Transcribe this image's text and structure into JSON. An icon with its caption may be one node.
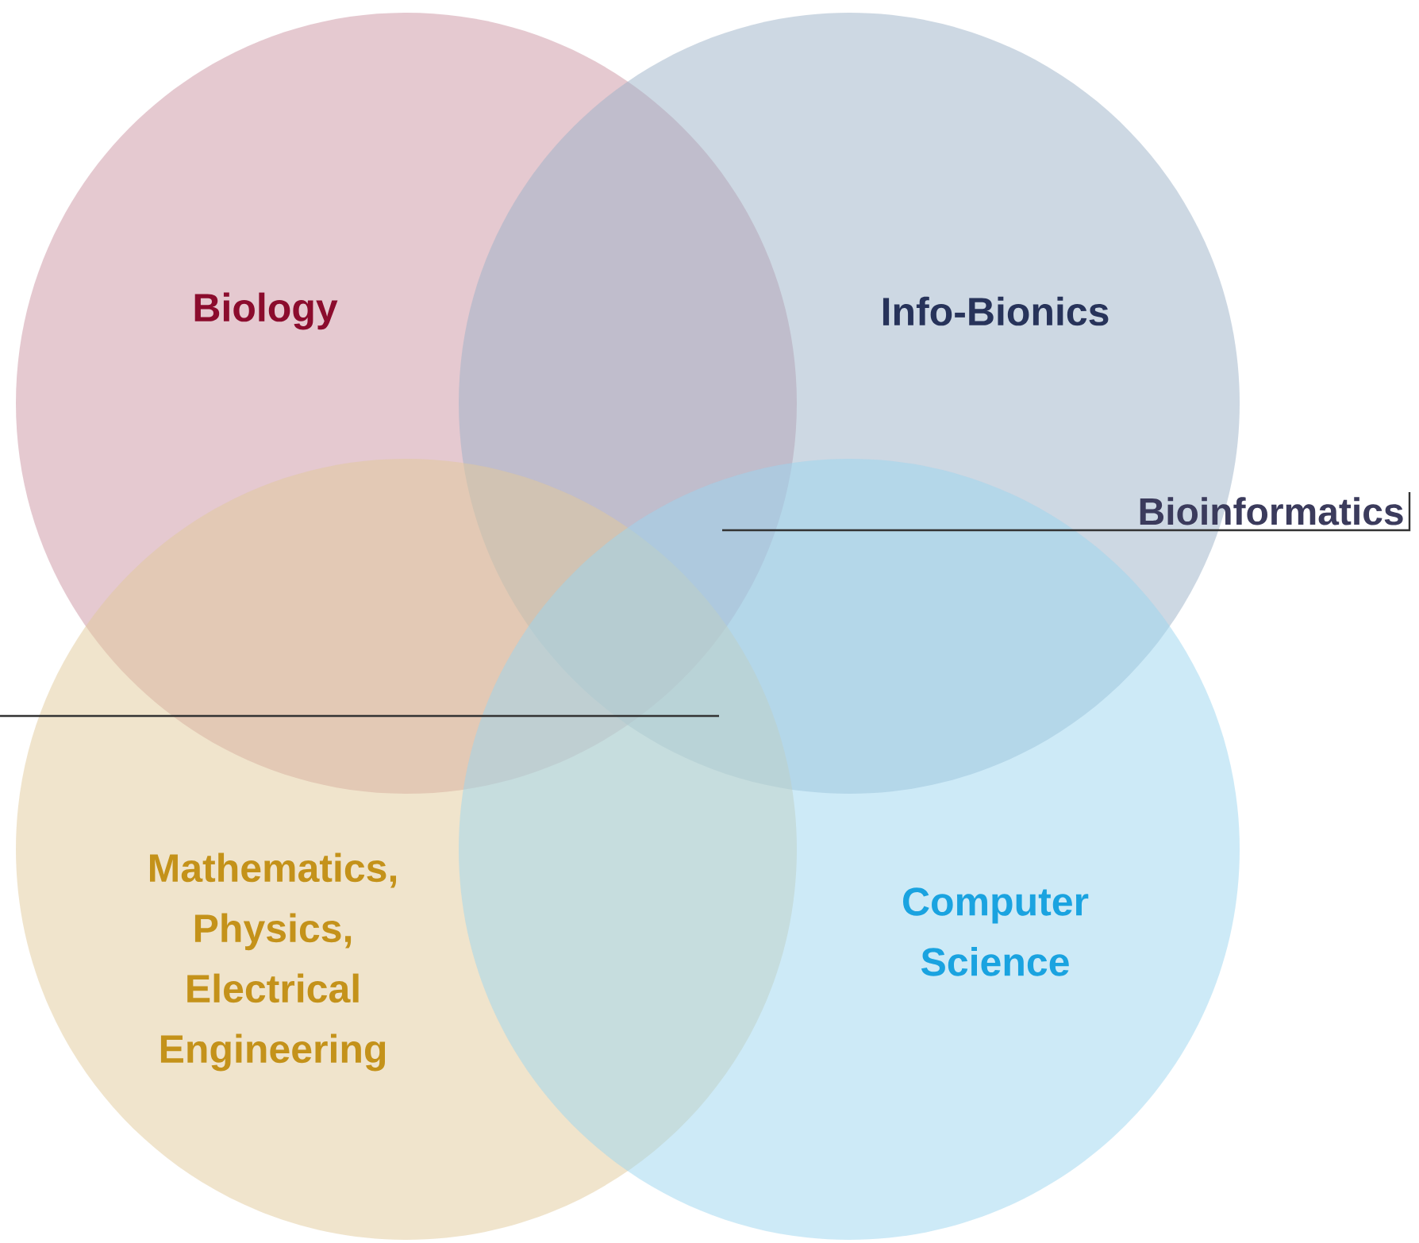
{
  "diagram": {
    "nodes": [
      {
        "text": [
          "Biology"
        ]
      },
      {
        "text": [
          "Info-Bionics"
        ]
      },
      {
        "text": [
          "Mathematics, Physics, Electrical Engineering"
        ]
      },
      {
        "text": [
          "Computer Science"
        ]
      },
      {
        "text": [
          "Bioinformatics"
        ]
      }
    ],
    "edges": [
      {
        "from": 4,
        "to": 1,
        "arrow": "none"
      },
      {
        "from": null,
        "to": 1,
        "arrow": "none"
      }
    ]
  }
}
